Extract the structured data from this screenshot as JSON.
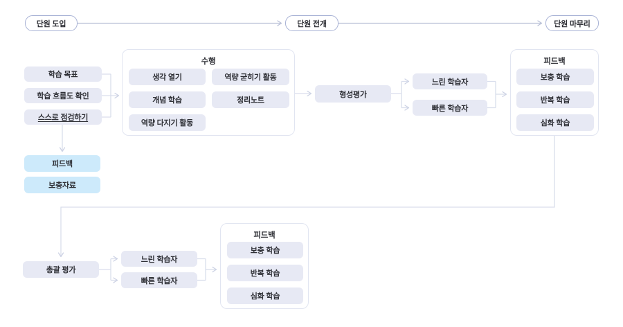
{
  "colors": {
    "stage_border": "#a8b2d5",
    "node_fill": "#e7e9f4",
    "highlight_fill": "#cdeafb",
    "container_border": "#e1e5f1",
    "connector_light": "#d9deec",
    "connector_dark": "#b9c0d7",
    "text": "#2f3036"
  },
  "top_flow": {
    "intro": "단원 도입",
    "develop": "단원 전개",
    "wrapup": "단원 마무리"
  },
  "intro_steps": {
    "goal": "학습 목표",
    "flow_check": "학습 흐름도 확인",
    "self_check": "스스로 점검하기"
  },
  "perform": {
    "title": "수행",
    "items": [
      "생각 열기",
      "역량 굳히기 활동",
      "개념 학습",
      "정리노트",
      "역량 다지기 활동"
    ]
  },
  "formative": "형성평가",
  "mid_learners": {
    "slow": "느린 학습자",
    "fast": "빠른 학습자"
  },
  "feedback_top": {
    "title": "피드백",
    "items": [
      "보충 학습",
      "반복 학습",
      "심화 학습"
    ]
  },
  "side": {
    "feedback": "피드백",
    "supplement": "보충자료"
  },
  "summative": "총괄 평가",
  "bottom_learners": {
    "slow": "느린 학습자",
    "fast": "빠른 학습자"
  },
  "feedback_bottom": {
    "title": "피드백",
    "items": [
      "보충 학습",
      "반복 학습",
      "심화 학습"
    ]
  }
}
